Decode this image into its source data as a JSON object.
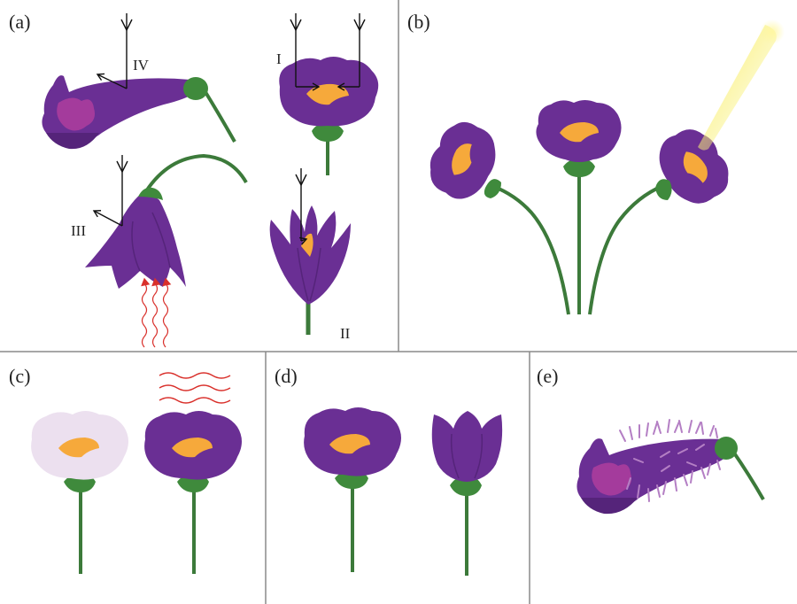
{
  "panels": {
    "a": {
      "label": "(a)",
      "roman_labels": {
        "I": "I",
        "II": "II",
        "III": "III",
        "IV": "IV"
      }
    },
    "b": {
      "label": "(b)"
    },
    "c": {
      "label": "(c)"
    },
    "d": {
      "label": "(d)"
    },
    "e": {
      "label": "(e)"
    }
  },
  "colors": {
    "petal": "#6a2f94",
    "petal_dark": "#55247a",
    "center": "#f6a93b",
    "stem": "#3c7a3a",
    "sepal": "#3f8a3c",
    "pale_petal": "#ece0ef",
    "heat_waves": "#d9302b",
    "light_beam": "#f7ea3a",
    "frame": "#888888",
    "nectar_patch": "#a43b9c"
  },
  "icons": [
    "arrow-icon",
    "heat-wave-icon",
    "light-beam-icon"
  ]
}
